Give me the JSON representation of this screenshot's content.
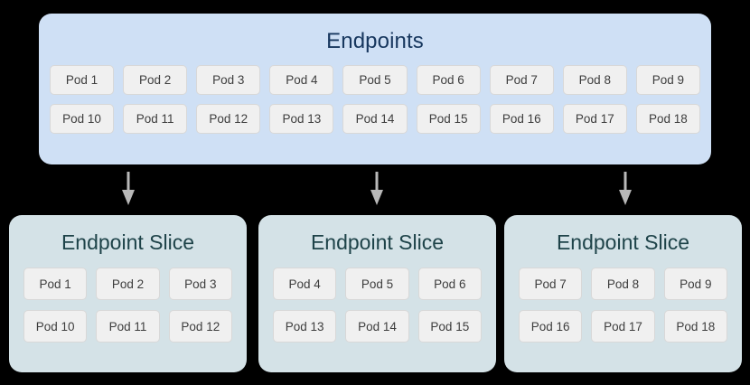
{
  "diagram": {
    "title_endpoints": "Endpoints",
    "colors": {
      "endpoints_panel_bg": "#cfe0f5",
      "endpoints_title": "#17375e",
      "slice_panel_bg": "#d4e2e7",
      "slice_title": "#1e4349",
      "pod_chip_bg": "#f0f0f0",
      "pod_chip_border": "#d8d8d8",
      "pod_chip_text": "#3d3d3d",
      "arrow": "#b8b8b8",
      "background": "#000000"
    },
    "endpoints": {
      "title": "Endpoints",
      "rows": [
        [
          "Pod 1",
          "Pod 2",
          "Pod 3",
          "Pod 4",
          "Pod 5",
          "Pod 6",
          "Pod 7",
          "Pod 8",
          "Pod 9"
        ],
        [
          "Pod 10",
          "Pod 11",
          "Pod 12",
          "Pod 13",
          "Pod 14",
          "Pod 15",
          "Pod 16",
          "Pod 17",
          "Pod 18"
        ]
      ]
    },
    "arrows": [
      {
        "name": "arrow-to-slice-1"
      },
      {
        "name": "arrow-to-slice-2"
      },
      {
        "name": "arrow-to-slice-3"
      }
    ],
    "slices": [
      {
        "title": "Endpoint Slice",
        "rows": [
          [
            "Pod 1",
            "Pod 2",
            "Pod 3"
          ],
          [
            "Pod 10",
            "Pod 11",
            "Pod 12"
          ]
        ]
      },
      {
        "title": "Endpoint Slice",
        "rows": [
          [
            "Pod 4",
            "Pod 5",
            "Pod 6"
          ],
          [
            "Pod 13",
            "Pod 14",
            "Pod 15"
          ]
        ]
      },
      {
        "title": "Endpoint Slice",
        "rows": [
          [
            "Pod 7",
            "Pod 8",
            "Pod 9"
          ],
          [
            "Pod 16",
            "Pod 17",
            "Pod 18"
          ]
        ]
      }
    ]
  }
}
